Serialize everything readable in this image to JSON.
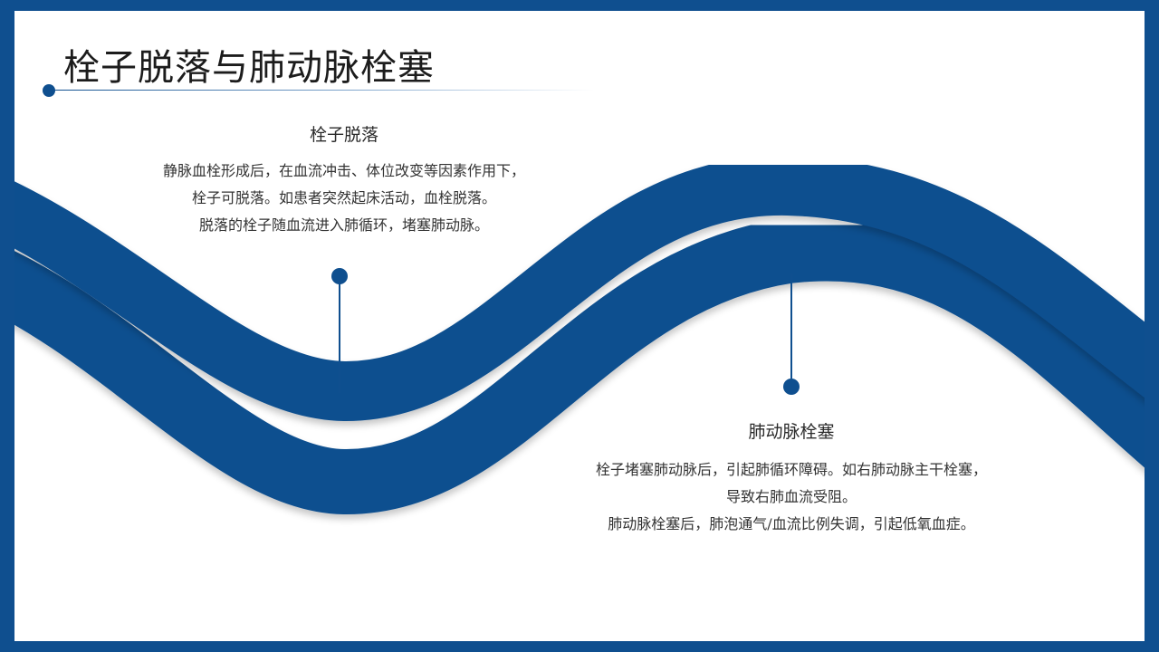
{
  "slide": {
    "title": "栓子脱落与肺动脉栓塞"
  },
  "sections": [
    {
      "heading": "栓子脱落",
      "lines": [
        "静脉血栓形成后，在血流冲击、体位改变等因素作用下，",
        "栓子可脱落。如患者突然起床活动，血栓脱落。",
        "脱落的栓子随血流进入肺循环，堵塞肺动脉。"
      ]
    },
    {
      "heading": "肺动脉栓塞",
      "lines": [
        "栓子堵塞肺动脉后，引起肺循环障碍。如右肺动脉主干栓塞，",
        "导致右肺血流受阻。",
        "肺动脉栓塞后，肺泡通气/血流比例失调，引起低氧血症。"
      ]
    }
  ],
  "colors": {
    "accent": "#0f4f8f",
    "background": "#ffffff"
  }
}
